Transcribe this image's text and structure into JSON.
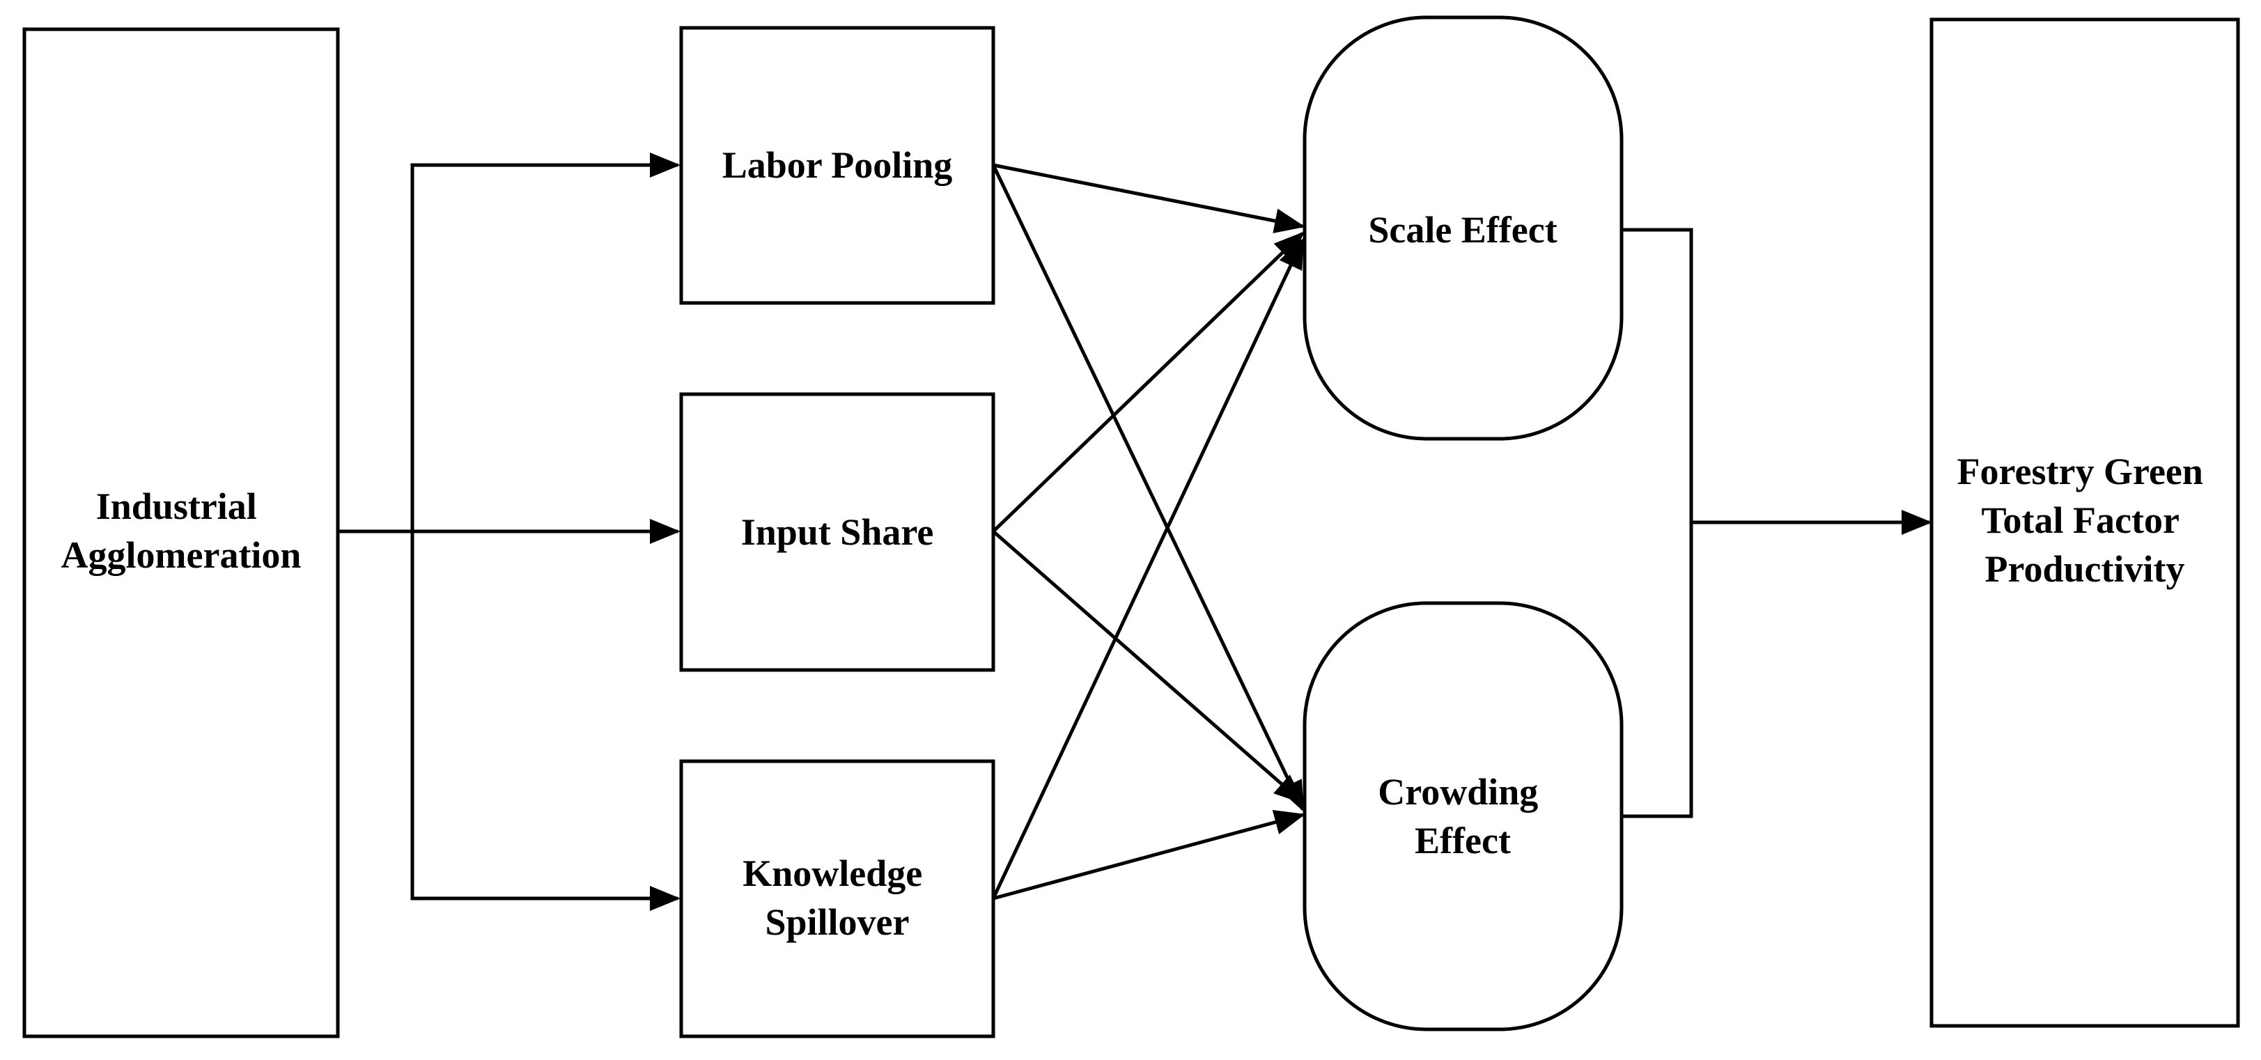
{
  "nodes": {
    "industrial_agglomeration": {
      "lines": [
        "Industrial",
        "Agglomeration"
      ]
    },
    "labor_pooling": {
      "lines": [
        "Labor Pooling"
      ]
    },
    "input_share": {
      "lines": [
        "Input Share"
      ]
    },
    "knowledge_spillover": {
      "lines": [
        "Knowledge",
        "Spillover"
      ]
    },
    "scale_effect": {
      "lines": [
        "Scale Effect"
      ]
    },
    "crowding_effect": {
      "lines": [
        "Crowding",
        "Effect"
      ]
    },
    "forestry_green_tfp": {
      "lines": [
        "Forestry Green",
        "Total Factor",
        "Productivity"
      ]
    }
  },
  "edges": [
    {
      "from": "industrial_agglomeration",
      "to": "labor_pooling"
    },
    {
      "from": "industrial_agglomeration",
      "to": "input_share"
    },
    {
      "from": "industrial_agglomeration",
      "to": "knowledge_spillover"
    },
    {
      "from": "labor_pooling",
      "to": "scale_effect"
    },
    {
      "from": "labor_pooling",
      "to": "crowding_effect"
    },
    {
      "from": "input_share",
      "to": "scale_effect"
    },
    {
      "from": "input_share",
      "to": "crowding_effect"
    },
    {
      "from": "knowledge_spillover",
      "to": "scale_effect"
    },
    {
      "from": "knowledge_spillover",
      "to": "crowding_effect"
    },
    {
      "from": "scale_effect",
      "to": "forestry_green_tfp"
    },
    {
      "from": "crowding_effect",
      "to": "forestry_green_tfp"
    }
  ],
  "colors": {
    "stroke": "#000000",
    "fill": "#ffffff",
    "text": "#000000"
  }
}
